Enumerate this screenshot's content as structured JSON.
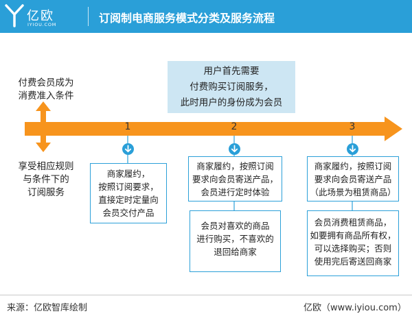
{
  "header": {
    "logo_cn": "亿欧",
    "logo_en": "IYIOU.COM",
    "title": "订阅制电商服务模式分类及服务流程"
  },
  "left_labels": {
    "top": [
      "付费会员成为",
      "消费准入条件"
    ],
    "bottom": [
      "享受相应规则",
      "与条件下的",
      "订阅服务"
    ]
  },
  "top_box": {
    "lines": [
      "用户首先需要",
      "付费购买订阅服务，",
      "此时用户的身份成为会员"
    ]
  },
  "steps": [
    {
      "number": "1",
      "box1": [
        "商家履约，",
        "按照订阅要求，",
        "直接定时定量向",
        "会员交付产品"
      ]
    },
    {
      "number": "2",
      "box1": [
        "商家履约，按照订阅",
        "要求向会员寄送产品，",
        "会员进行定时体验"
      ],
      "box2": [
        "会员对喜欢的商品",
        "进行购买，不喜欢的",
        "退回给商家"
      ]
    },
    {
      "number": "3",
      "box1": [
        "商家履约，按照订阅",
        "要求向会员寄送产品",
        "（此场景为租赁商品）"
      ],
      "box2": [
        "会员消费租赁商品，",
        "如要拥有商品所有权，",
        "可以选择购买；否则",
        "使用完后寄送回商家"
      ]
    }
  ],
  "footer": {
    "source": "来源：亿欧智库绘制",
    "credit": "亿欧（www.iyiou.com）"
  },
  "colors": {
    "brand_blue": "#2a9fd8",
    "timeline_orange": "#f7941d",
    "highlight_box": "#cde6f3"
  }
}
